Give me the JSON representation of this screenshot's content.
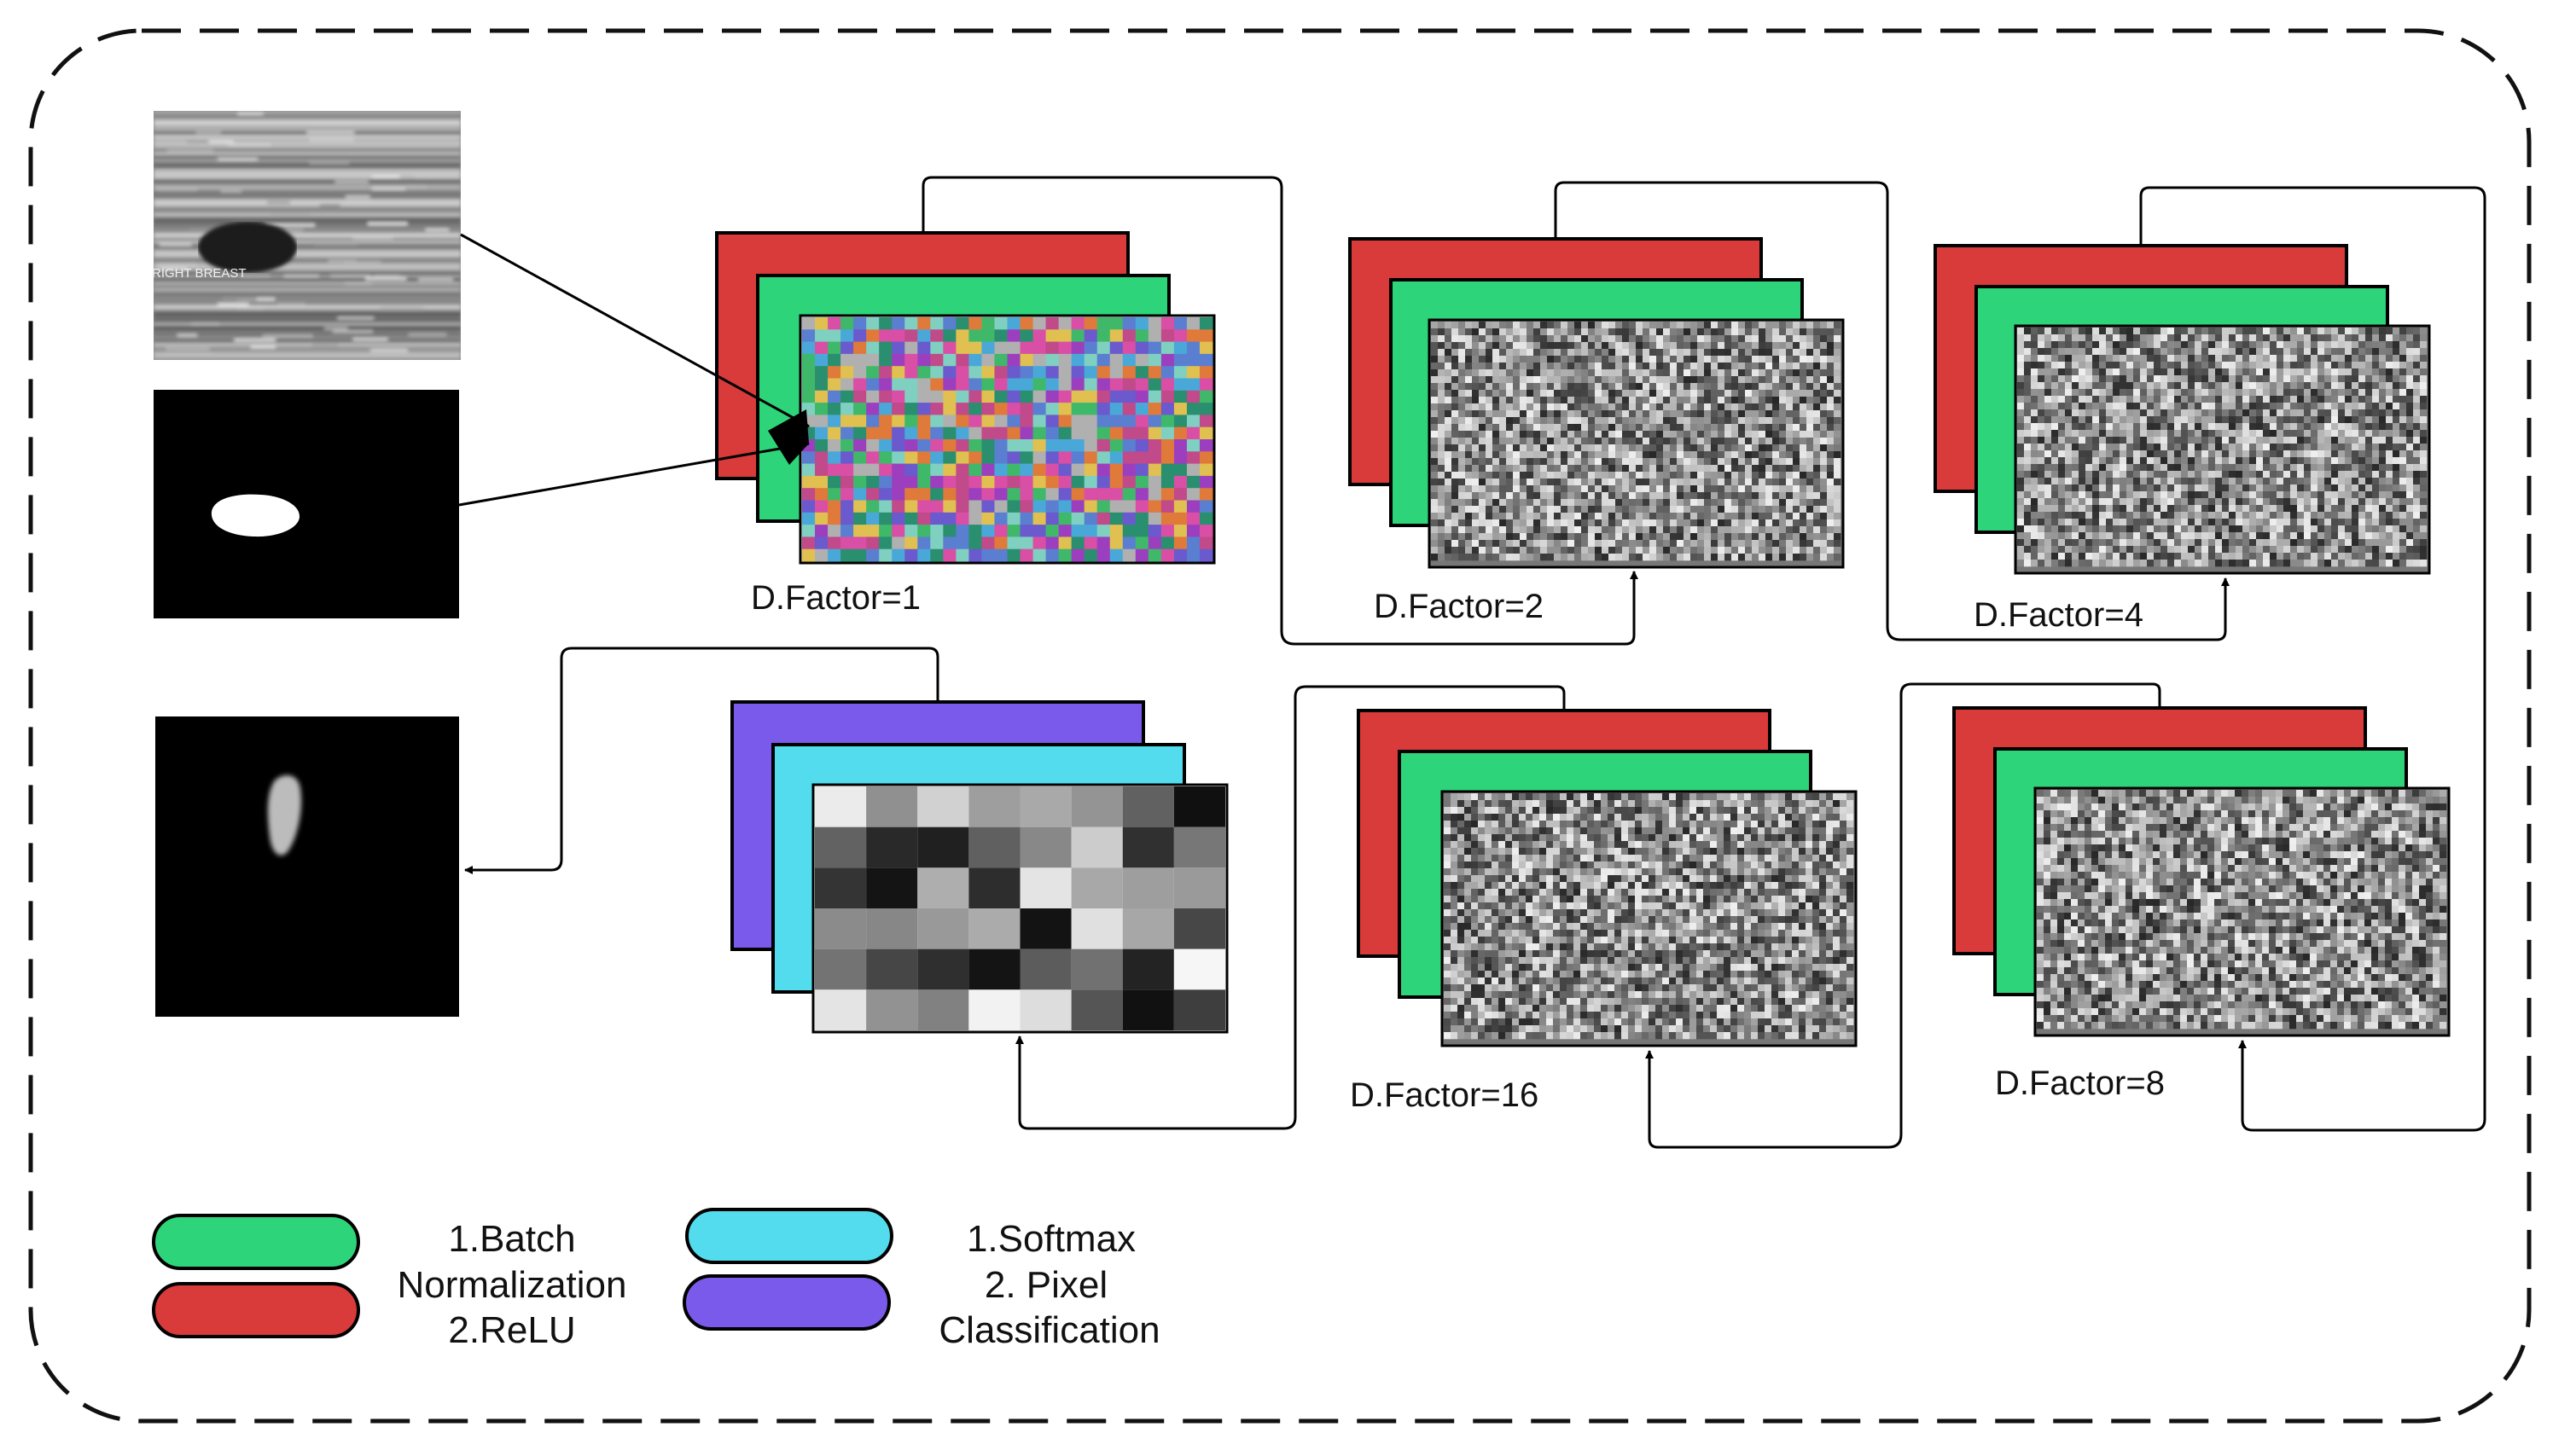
{
  "dilation_labels": {
    "df1": "D.Factor=1",
    "df2": "D.Factor=2",
    "df4": "D.Factor=4",
    "df8": "D.Factor=8",
    "df16": "D.Factor=16"
  },
  "ultrasound": {
    "caption": "RIGHT BREAST"
  },
  "legend": {
    "group1": [
      "1.Batch",
      "Normalization",
      "2.ReLU"
    ],
    "group2": [
      "1.Softmax",
      "2. Pixel",
      "Classification"
    ]
  },
  "colors": {
    "relu_red": "#d93a3a",
    "batchnorm_green": "#2ed47a",
    "softmax_cyan": "#52dcee",
    "pixel_class_purple": "#7a5aea",
    "frame": "#111111",
    "background": "#ffffff"
  },
  "icons": {
    "arrowhead": "filled-triangle",
    "frame": "dashed-rounded-rectangle"
  }
}
